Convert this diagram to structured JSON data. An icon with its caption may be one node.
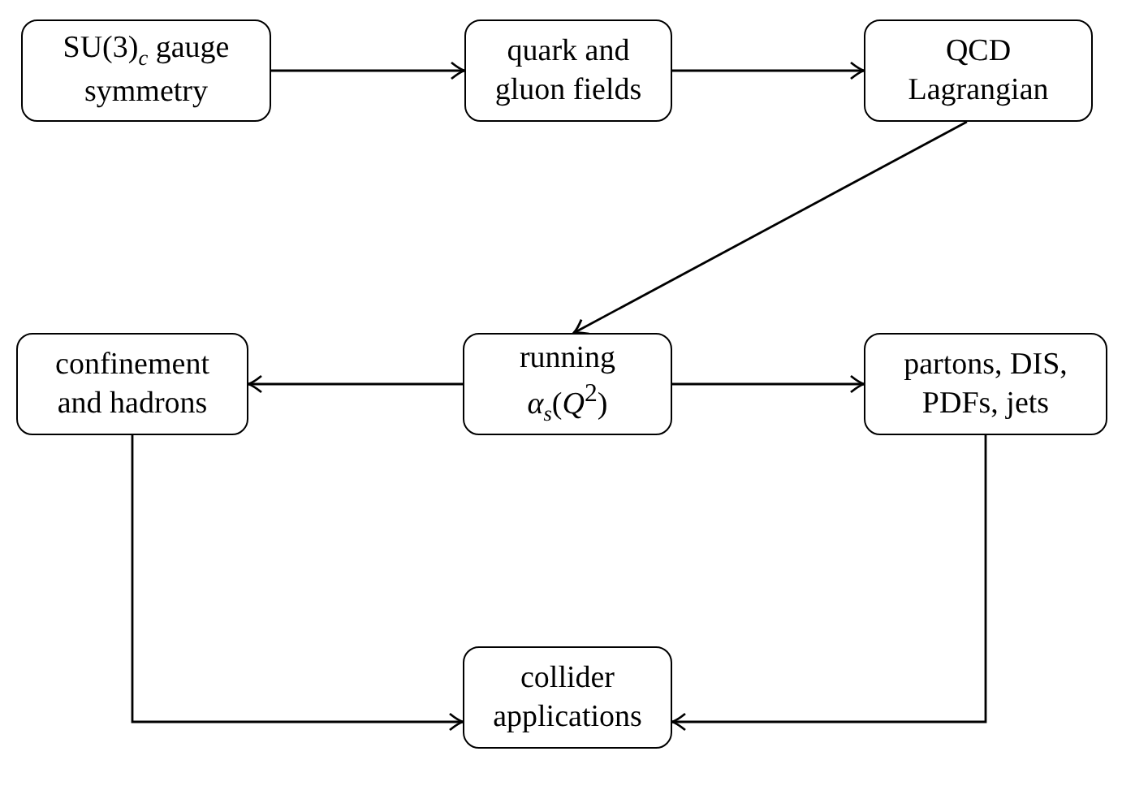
{
  "diagram": {
    "nodes": [
      {
        "text": [
          "SU(3)$_{c}$ gauge symmetry"
        ]
      },
      {
        "text": [
          "quark and gluon fields"
        ]
      },
      {
        "text": [
          "QCD Lagrangian"
        ]
      },
      {
        "text": [
          "confinement and hadrons"
        ]
      },
      {
        "text": [
          "running *α*$_{s}$(*Q*$^{2}$)"
        ]
      },
      {
        "text": [
          "partons, DIS, PDFs, jets"
        ]
      },
      {
        "text": [
          "collider applications"
        ]
      }
    ],
    "edges": [
      {
        "from": 0,
        "to": 1,
        "arrow": "to"
      },
      {
        "from": 1,
        "to": 2,
        "arrow": "to"
      },
      {
        "from": 2,
        "to": 4,
        "arrow": "to"
      },
      {
        "from": 4,
        "to": 3,
        "arrow": "to"
      },
      {
        "from": 4,
        "to": 5,
        "arrow": "to"
      },
      {
        "from": 3,
        "to": 6,
        "arrow": "to"
      },
      {
        "from": 5,
        "to": 6,
        "arrow": "to"
      }
    ]
  }
}
